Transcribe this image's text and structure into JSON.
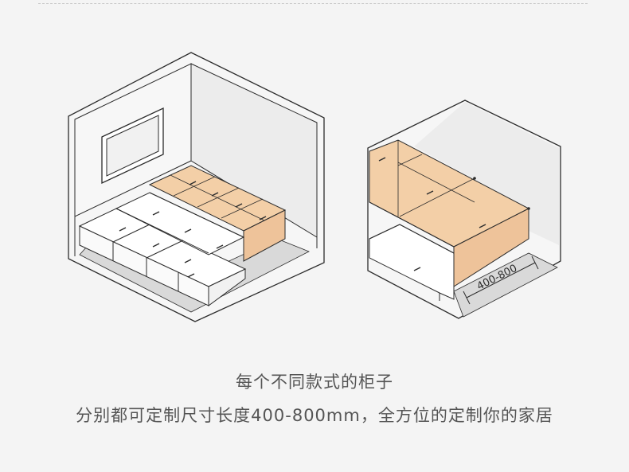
{
  "illustration": {
    "dimension_label": "400-800"
  },
  "caption": {
    "title": "每个不同款式的柜子",
    "description": "分别都可定制尺寸长度400-800mm，全方位的定制你的家居"
  },
  "colors": {
    "background": "#f4f4f4",
    "cabinet_white": "#ffffff",
    "cabinet_wood": "#f3cfa7",
    "line": "#2b2b2b",
    "floor_shadow": "#d9d9d9",
    "text": "#555555"
  }
}
